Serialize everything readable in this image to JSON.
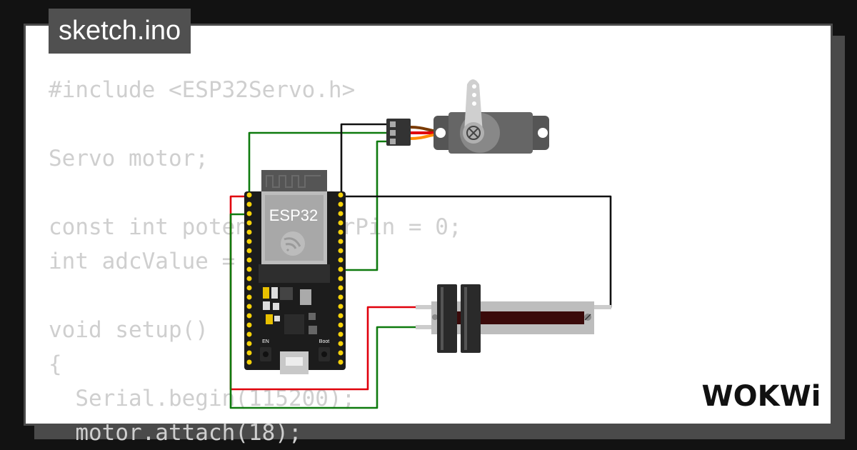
{
  "tab": {
    "filename": "sketch.ino"
  },
  "code_lines": [
    "#include <ESP32Servo.h>",
    "",
    "Servo motor;",
    "",
    "const int potentiometerPin = 0;",
    "int adcValue = 0;",
    "",
    "void setup()",
    "{",
    "  Serial.begin(115200);",
    "  motor.attach(18);"
  ],
  "board": {
    "label": "ESP32",
    "en_label": "EN",
    "boot_label": "Boot"
  },
  "brand": {
    "logo_text": "WOKWi"
  },
  "colors": {
    "wire_green": "#0e7a0e",
    "wire_red": "#e0000c",
    "wire_black": "#111111",
    "board": "#1c1c1c",
    "card": "#ffffff",
    "background": "#121212"
  }
}
